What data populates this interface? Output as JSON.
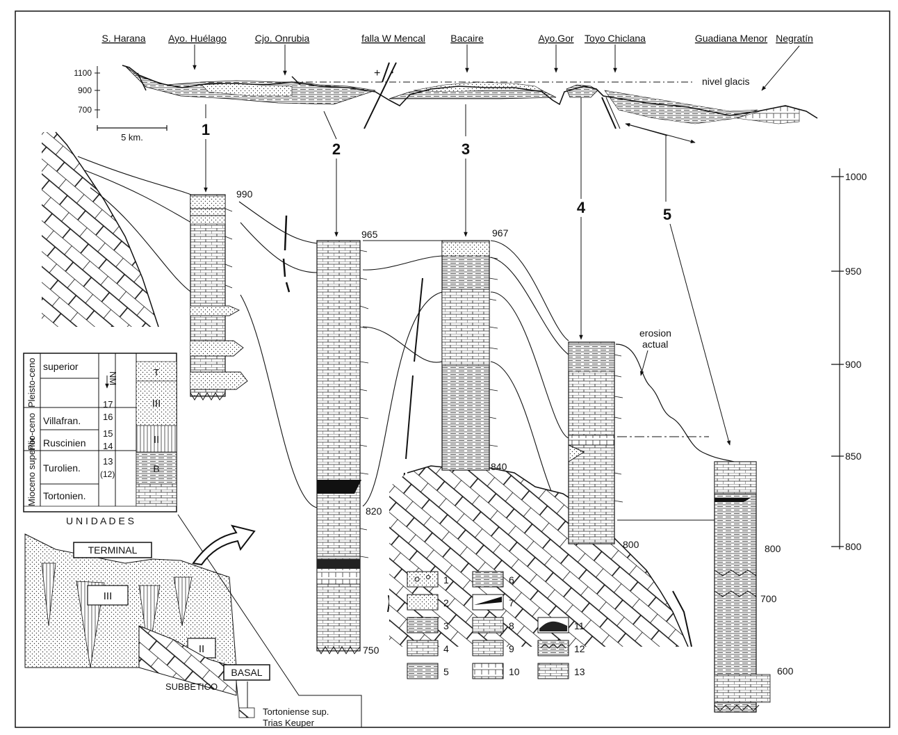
{
  "profile": {
    "localities": [
      "S. Harana",
      "Ayo. Huélago",
      "Cjo. Onrubia",
      "falla W Mencal",
      "Bacaire",
      "Ayo.Gor",
      "Toyo Chiclana",
      "Guadiana Menor",
      "Negratín"
    ],
    "elevations": [
      "1100",
      "900",
      "700"
    ],
    "glacis_label": "nivel glacis",
    "scale_label": "5 km."
  },
  "columns": {
    "numbers": [
      "1",
      "2",
      "3",
      "4",
      "5"
    ],
    "top_values": [
      "990",
      "965",
      "967"
    ],
    "values": [
      "820",
      "750",
      "840",
      "800",
      "800",
      "700",
      "600"
    ]
  },
  "right_axis": {
    "ticks": [
      "1000",
      "950",
      "900",
      "850",
      "800"
    ]
  },
  "erosion_label_line1": "erosion",
  "erosion_label_line2": "actual",
  "units_table": {
    "rows": [
      {
        "epoch": "Pleisto-ceno",
        "stage": "superior"
      },
      {
        "epoch": "Plio-ceno",
        "stage": "Villafran."
      },
      {
        "epoch": "",
        "stage": "Ruscinien"
      },
      {
        "epoch": "Mioceno superior",
        "stage": "Turolien."
      },
      {
        "epoch": "",
        "stage": "Tortonien."
      }
    ],
    "nm_label": "NM",
    "nm_numbers": [
      "17",
      "16",
      "15",
      "14",
      "13",
      "(12)"
    ],
    "unit_labels": [
      "T",
      "III",
      "II",
      "B"
    ],
    "footer": "U N I D A D E S"
  },
  "block": {
    "labels": [
      "TERMINAL",
      "III",
      "II",
      "BASAL",
      "SUBBETICO"
    ],
    "legend_line1": "Tortoniense sup.",
    "legend_line2": "Trias Keuper"
  },
  "legend": [
    "1",
    "2",
    "3",
    "4",
    "5",
    "6",
    "7",
    "8",
    "9",
    "10",
    "11",
    "12",
    "13"
  ]
}
